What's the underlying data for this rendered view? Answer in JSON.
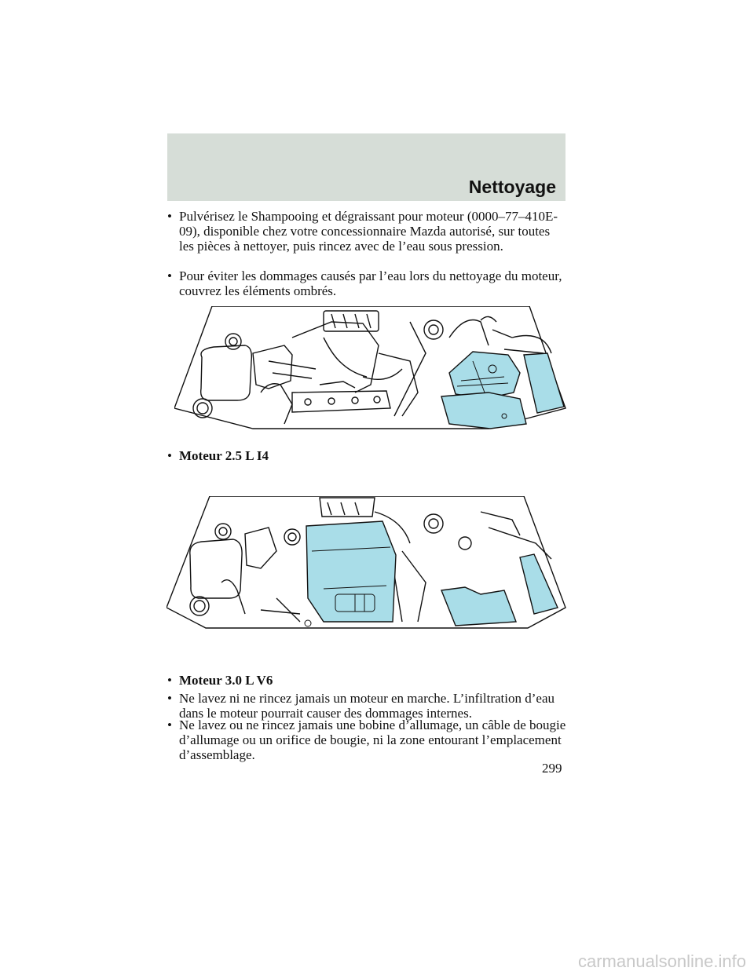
{
  "header": {
    "title": "Nettoyage"
  },
  "bullets": {
    "b1": "Pulvérisez le Shampooing et dégraissant pour moteur (0000–77–410E-09), disponible chez votre concessionnaire Mazda autorisé, sur toutes les pièces à nettoyer, puis rincez avec de l’eau sous pression.",
    "b2": "Pour éviter les dommages causés par l’eau lors du nettoyage du moteur, couvrez les éléments ombrés.",
    "b3": "Moteur 2.5 L I4",
    "b4": "Moteur 3.0 L V6",
    "b5": "Ne lavez ni ne rincez jamais un moteur en marche. L’infiltration d’eau dans le moteur pourrait causer des dommages internes.",
    "b6": "Ne lavez ou ne rincez jamais une bobine d’allumage, un câble de bougie d’allumage ou un orifice de bougie, ni la zone entourant l’emplacement d’assemblage."
  },
  "bullet_symbol": "•",
  "page_number": "299",
  "watermark": "carmanualsonline.info",
  "colors": {
    "header_band": "#d6ddd7",
    "shaded_part": "#a9dde8"
  }
}
